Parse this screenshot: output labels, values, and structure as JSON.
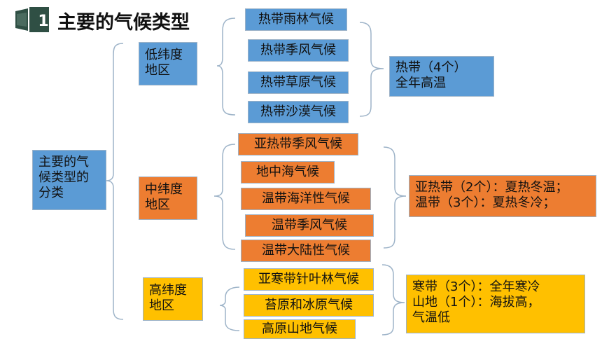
{
  "header": {
    "number": "1",
    "title": "主要的气候类型"
  },
  "root": {
    "lines": [
      "主要的气",
      "候类型的",
      "分类"
    ]
  },
  "zones": [
    {
      "lines": [
        "低纬度",
        "地区"
      ],
      "climates": [
        "热带雨林气候",
        "热带季风气候",
        "热带草原气候",
        "热带沙漠气候"
      ],
      "summary": [
        "热带（4个）",
        "全年高温"
      ]
    },
    {
      "lines": [
        "中纬度",
        "地区"
      ],
      "climates": [
        "亚热带季风气候",
        "地中海气候",
        "温带海洋性气候",
        "温带季风气候",
        "温带大陆性气候"
      ],
      "summary": [
        "亚热带（2个）：夏热冬温；",
        "温带（3个）：夏热冬冷；"
      ]
    },
    {
      "lines": [
        "高纬度",
        "地区"
      ],
      "climates": [
        "亚寒带针叶林气候",
        "苔原和冰原气候",
        "高原山地气候"
      ],
      "summary": [
        "寒带（3个）：全年寒冷",
        "山地（1个）：海拔高，",
        "气温低"
      ]
    }
  ],
  "colors": {
    "low": "#5b9bd5",
    "mid": "#ed7d31",
    "high": "#ffc000",
    "line": "#9db3c8",
    "badge": "#2f4f44"
  }
}
